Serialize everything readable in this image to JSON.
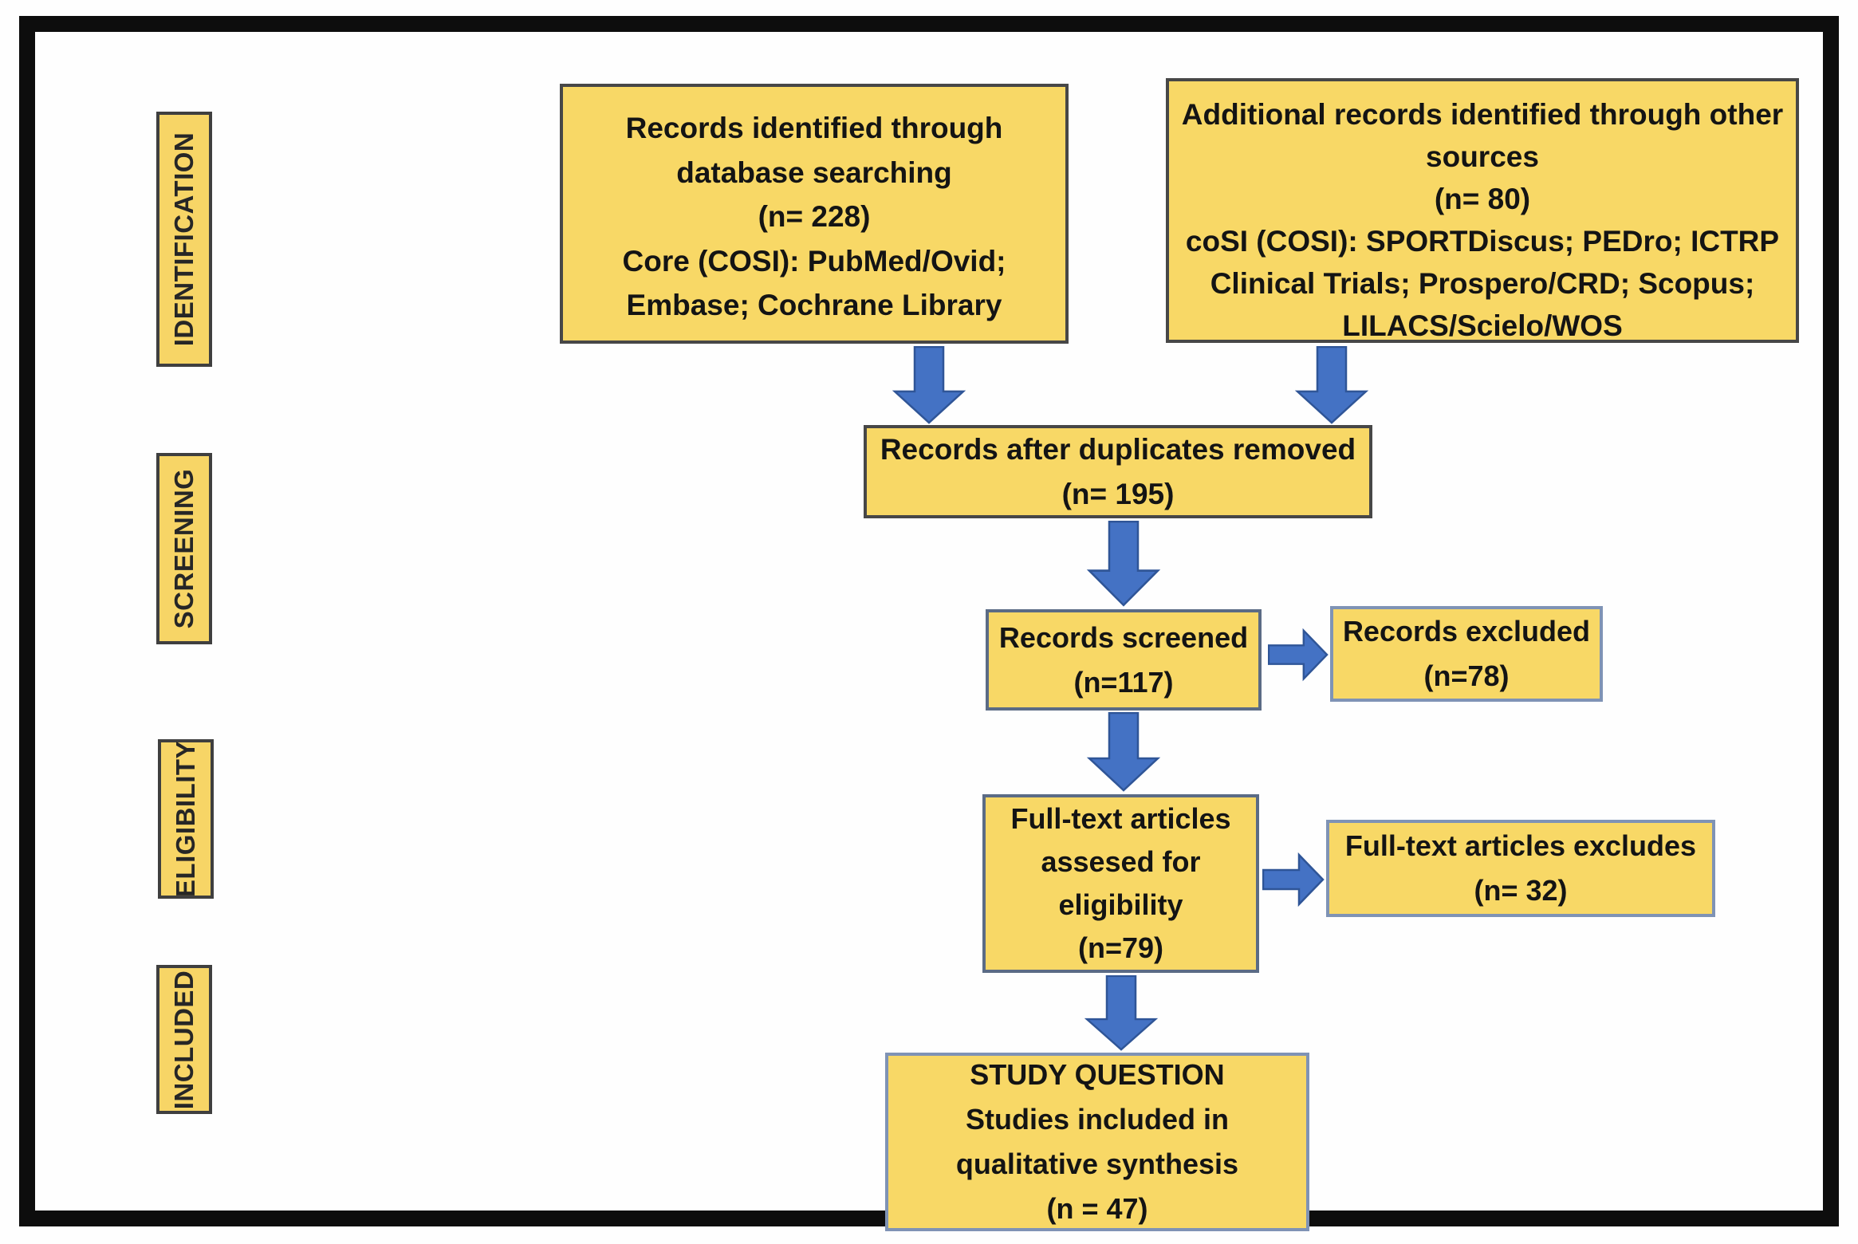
{
  "figure": {
    "type": "prisma_flow_diagram",
    "stages": [
      {
        "id": "identification",
        "label": "IDENTIFICATION"
      },
      {
        "id": "screening",
        "label": "SCREENING"
      },
      {
        "id": "eligibility",
        "label": "ELIGIBILITY"
      },
      {
        "id": "included",
        "label": "INCLUDED"
      }
    ],
    "boxes": {
      "database_search": {
        "lines": [
          "Records identified through",
          "database searching",
          "(n= 228)",
          "Core (COSI): PubMed/Ovid;",
          "Embase; Cochrane Library"
        ],
        "n": 228
      },
      "other_sources": {
        "lines": [
          "Additional records identified through other",
          "sources",
          "(n= 80)",
          "coSI (COSI): SPORTDiscus; PEDro; ICTRP",
          "Clinical Trials; Prospero/CRD; Scopus;",
          "LILACS/Scielo/WOS"
        ],
        "n": 80
      },
      "after_duplicates": {
        "lines": [
          "Records after duplicates removed",
          "(n= 195)"
        ],
        "n": 195
      },
      "records_screened": {
        "lines": [
          "Records screened",
          "(n=117)"
        ],
        "n": 117
      },
      "records_excluded": {
        "lines": [
          "Records excluded",
          "(n=78)"
        ],
        "n": 78
      },
      "fulltext_assessed": {
        "lines": [
          "Full-text articles",
          "assesed for",
          "eligibility",
          "(n=79)"
        ],
        "n": 79
      },
      "fulltext_excluded": {
        "lines": [
          "Full-text articles excludes",
          "(n= 32)"
        ],
        "n": 32
      },
      "included_studies": {
        "lines": [
          "STUDY QUESTION",
          "Studies included in",
          "qualitative synthesis",
          "(n = 47)"
        ],
        "n": 47
      }
    },
    "colors": {
      "box_fill": "#F8D866",
      "label_fill": "#F7D566",
      "border_dark": "#474747",
      "border_blue": "#7f93b5",
      "arrow_fill": "#4472C4",
      "arrow_stroke": "#2F5597",
      "frame": "#0d0d0d"
    }
  }
}
